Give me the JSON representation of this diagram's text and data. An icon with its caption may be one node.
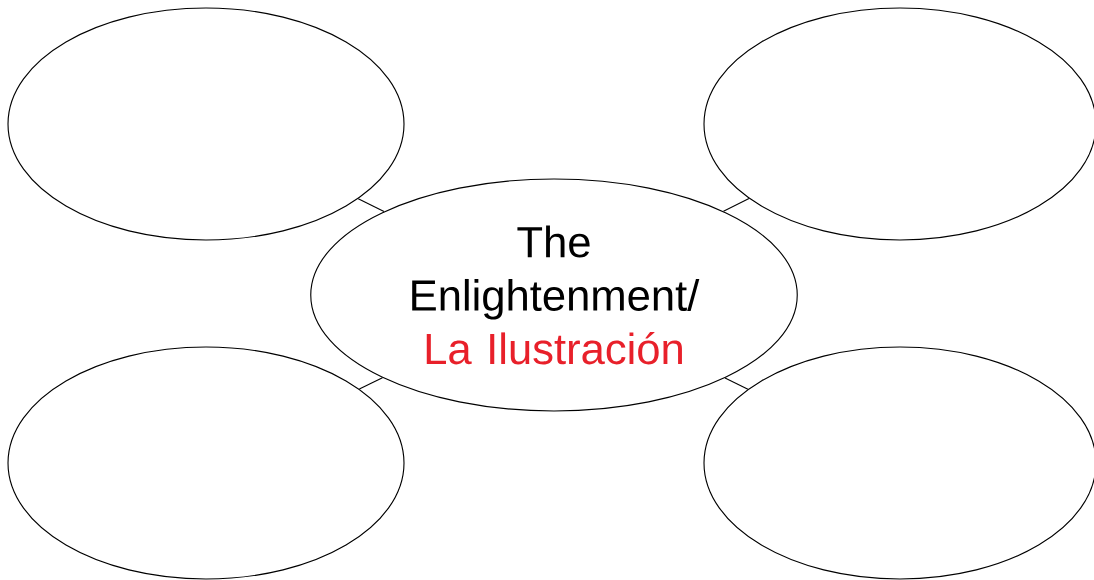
{
  "diagram": {
    "nodes": [
      {
        "text": [],
        "shape": "ellipse"
      },
      {
        "text": [],
        "shape": "ellipse"
      },
      {
        "text": [
          "The Enlightenment/",
          "La Ilustración"
        ]
      },
      {
        "text": [],
        "shape": "ellipse"
      },
      {
        "text": [],
        "shape": "ellipse"
      }
    ],
    "edges": [
      {
        "from": 2,
        "to": 0,
        "arrow": "none"
      },
      {
        "from": 2,
        "to": 1,
        "arrow": "none"
      },
      {
        "from": 2,
        "to": 3,
        "arrow": "none"
      },
      {
        "from": 2,
        "to": 4,
        "arrow": "none"
      }
    ]
  }
}
